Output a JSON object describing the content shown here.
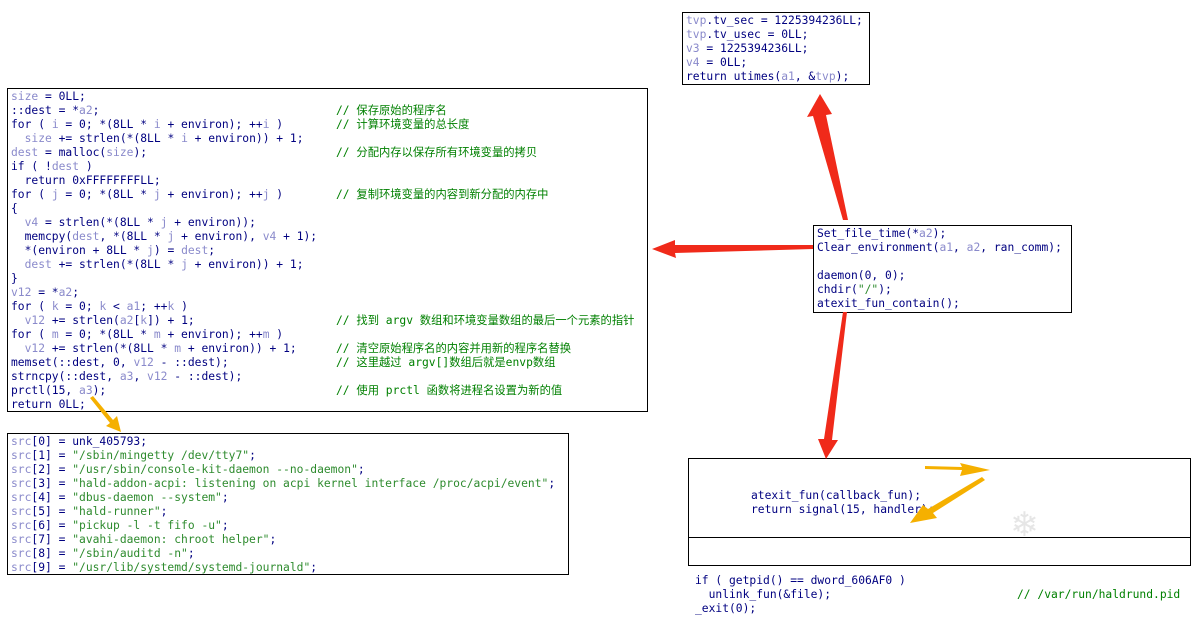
{
  "boxes": {
    "main": {
      "lines": [
        {
          "t": [
            [
              "size",
              "v"
            ],
            [
              " = 0LL;",
              "k"
            ]
          ]
        },
        {
          "t": [
            [
              "::dest = *",
              "k"
            ],
            [
              "a2",
              "v"
            ],
            [
              ";",
              "k"
            ]
          ],
          "c": "// 保存原始的程序名"
        },
        {
          "t": [
            [
              "for ( ",
              "k"
            ],
            [
              "i",
              "v"
            ],
            [
              " = 0; *(8LL * ",
              "k"
            ],
            [
              "i",
              "v"
            ],
            [
              " + environ); ++",
              "k"
            ],
            [
              "i",
              "v"
            ],
            [
              " )",
              "k"
            ]
          ],
          "c": "// 计算环境变量的总长度"
        },
        {
          "t": [
            [
              "  ",
              "k"
            ],
            [
              "size",
              "v"
            ],
            [
              " += strlen(*(8LL * ",
              "k"
            ],
            [
              "i",
              "v"
            ],
            [
              " + environ)) + 1;",
              "k"
            ]
          ]
        },
        {
          "t": [
            [
              "dest",
              "v"
            ],
            [
              " = malloc(",
              "k"
            ],
            [
              "size",
              "v"
            ],
            [
              ");",
              "k"
            ]
          ],
          "c": "// 分配内存以保存所有环境变量的拷贝"
        },
        {
          "t": [
            [
              "if ( !",
              "k"
            ],
            [
              "dest",
              "v"
            ],
            [
              " )",
              "k"
            ]
          ]
        },
        {
          "t": [
            [
              "  return 0xFFFFFFFFLL;",
              "k"
            ]
          ]
        },
        {
          "t": [
            [
              "for ( ",
              "k"
            ],
            [
              "j",
              "v"
            ],
            [
              " = 0; *(8LL * ",
              "k"
            ],
            [
              "j",
              "v"
            ],
            [
              " + environ); ++",
              "k"
            ],
            [
              "j",
              "v"
            ],
            [
              " )",
              "k"
            ]
          ],
          "c": "// 复制环境变量的内容到新分配的内存中"
        },
        {
          "t": [
            [
              "{",
              "k"
            ]
          ]
        },
        {
          "t": [
            [
              "  ",
              "k"
            ],
            [
              "v4",
              "v"
            ],
            [
              " = strlen(*(8LL * ",
              "k"
            ],
            [
              "j",
              "v"
            ],
            [
              " + environ));",
              "k"
            ]
          ]
        },
        {
          "t": [
            [
              "  memcpy(",
              "k"
            ],
            [
              "dest",
              "v"
            ],
            [
              ", *(8LL * ",
              "k"
            ],
            [
              "j",
              "v"
            ],
            [
              " + environ), ",
              "k"
            ],
            [
              "v4",
              "v"
            ],
            [
              " + 1);",
              "k"
            ]
          ]
        },
        {
          "t": [
            [
              "  *(environ + 8LL * ",
              "k"
            ],
            [
              "j",
              "v"
            ],
            [
              ") = ",
              "k"
            ],
            [
              "dest",
              "v"
            ],
            [
              ";",
              "k"
            ]
          ]
        },
        {
          "t": [
            [
              "  ",
              "k"
            ],
            [
              "dest",
              "v"
            ],
            [
              " += strlen(*(8LL * ",
              "k"
            ],
            [
              "j",
              "v"
            ],
            [
              " + environ)) + 1;",
              "k"
            ]
          ]
        },
        {
          "t": [
            [
              "}",
              "k"
            ]
          ]
        },
        {
          "t": [
            [
              "v12",
              "v"
            ],
            [
              " = *",
              "k"
            ],
            [
              "a2",
              "v"
            ],
            [
              ";",
              "k"
            ]
          ]
        },
        {
          "t": [
            [
              "for ( ",
              "k"
            ],
            [
              "k",
              "v"
            ],
            [
              " = 0; ",
              "k"
            ],
            [
              "k",
              "v"
            ],
            [
              " < ",
              "k"
            ],
            [
              "a1",
              "v"
            ],
            [
              "; ++",
              "k"
            ],
            [
              "k",
              "v"
            ],
            [
              " )",
              "k"
            ]
          ]
        },
        {
          "t": [
            [
              "  ",
              "k"
            ],
            [
              "v12",
              "v"
            ],
            [
              " += strlen(",
              "k"
            ],
            [
              "a2",
              "v"
            ],
            [
              "[",
              "k"
            ],
            [
              "k",
              "v"
            ],
            [
              "]) + 1;",
              "k"
            ]
          ],
          "c": "// 找到 argv 数组和环境变量数组的最后一个元素的指针"
        },
        {
          "t": [
            [
              "for ( ",
              "k"
            ],
            [
              "m",
              "v"
            ],
            [
              " = 0; *(8LL * ",
              "k"
            ],
            [
              "m",
              "v"
            ],
            [
              " + environ); ++",
              "k"
            ],
            [
              "m",
              "v"
            ],
            [
              " )",
              "k"
            ]
          ]
        },
        {
          "t": [
            [
              "  ",
              "k"
            ],
            [
              "v12",
              "v"
            ],
            [
              " += strlen(*(8LL * ",
              "k"
            ],
            [
              "m",
              "v"
            ],
            [
              " + environ)) + 1;",
              "k"
            ]
          ],
          "c": "// 清空原始程序名的内容并用新的程序名替换"
        },
        {
          "t": [
            [
              "memset(::dest, 0, ",
              "k"
            ],
            [
              "v12",
              "v"
            ],
            [
              " - ::dest);",
              "k"
            ]
          ],
          "c": "// 这里越过 argv[]数组后就是envp数组"
        },
        {
          "t": [
            [
              "strncpy(::dest, ",
              "k"
            ],
            [
              "a3",
              "v"
            ],
            [
              ", ",
              "k"
            ],
            [
              "v12",
              "v"
            ],
            [
              " - ::dest);",
              "k"
            ]
          ]
        },
        {
          "t": [
            [
              "prctl(15, ",
              "k"
            ],
            [
              "a3",
              "v"
            ],
            [
              ");",
              "k"
            ]
          ],
          "c": "// 使用 prctl 函数将进程名设置为新的值"
        },
        {
          "t": [
            [
              "return 0LL;",
              "k"
            ]
          ]
        }
      ]
    },
    "tvp": {
      "lines": [
        {
          "t": [
            [
              "tvp",
              "v"
            ],
            [
              ".tv_sec = 1225394236LL;",
              "k"
            ]
          ]
        },
        {
          "t": [
            [
              "tvp",
              "v"
            ],
            [
              ".tv_usec = 0LL;",
              "k"
            ]
          ]
        },
        {
          "t": [
            [
              "v3",
              "v"
            ],
            [
              " = 1225394236LL;",
              "k"
            ]
          ]
        },
        {
          "t": [
            [
              "v4",
              "v"
            ],
            [
              " = 0LL;",
              "k"
            ]
          ]
        },
        {
          "t": [
            [
              "return utimes(",
              "k"
            ],
            [
              "a1",
              "v"
            ],
            [
              ", &",
              "k"
            ],
            [
              "tvp",
              "v"
            ],
            [
              ");",
              "k"
            ]
          ]
        }
      ]
    },
    "setf": {
      "lines": [
        {
          "t": [
            [
              "Set_file_time(*",
              "k"
            ],
            [
              "a2",
              "v"
            ],
            [
              ");",
              "k"
            ]
          ]
        },
        {
          "t": [
            [
              "Clear_environment(",
              "k"
            ],
            [
              "a1",
              "v"
            ],
            [
              ", ",
              "k"
            ],
            [
              "a2",
              "v"
            ],
            [
              ", ran_comm);",
              "k"
            ]
          ]
        },
        {
          "t": [
            [
              "",
              "k"
            ]
          ]
        },
        {
          "t": [
            [
              "daemon(0, 0);",
              "k"
            ]
          ]
        },
        {
          "t": [
            [
              "chdir(",
              "k"
            ],
            [
              "\"/\"",
              "s"
            ],
            [
              ");",
              "k"
            ]
          ]
        },
        {
          "t": [
            [
              "atexit_fun_contain();",
              "k"
            ]
          ]
        }
      ]
    },
    "src": {
      "lines": [
        {
          "t": [
            [
              "src",
              "v"
            ],
            [
              "[0] = unk_405793;",
              "k"
            ]
          ]
        },
        {
          "t": [
            [
              "src",
              "v"
            ],
            [
              "[1] = ",
              "k"
            ],
            [
              "\"/sbin/mingetty /dev/tty7\"",
              "s"
            ],
            [
              ";",
              "k"
            ]
          ]
        },
        {
          "t": [
            [
              "src",
              "v"
            ],
            [
              "[2] = ",
              "k"
            ],
            [
              "\"/usr/sbin/console-kit-daemon --no-daemon\"",
              "s"
            ],
            [
              ";",
              "k"
            ]
          ]
        },
        {
          "t": [
            [
              "src",
              "v"
            ],
            [
              "[3] = ",
              "k"
            ],
            [
              "\"hald-addon-acpi: listening on acpi kernel interface /proc/acpi/event\"",
              "s"
            ],
            [
              ";",
              "k"
            ]
          ]
        },
        {
          "t": [
            [
              "src",
              "v"
            ],
            [
              "[4] = ",
              "k"
            ],
            [
              "\"dbus-daemon --system\"",
              "s"
            ],
            [
              ";",
              "k"
            ]
          ]
        },
        {
          "t": [
            [
              "src",
              "v"
            ],
            [
              "[5] = ",
              "k"
            ],
            [
              "\"hald-runner\"",
              "s"
            ],
            [
              ";",
              "k"
            ]
          ]
        },
        {
          "t": [
            [
              "src",
              "v"
            ],
            [
              "[6] = ",
              "k"
            ],
            [
              "\"pickup -l -t fifo -u\"",
              "s"
            ],
            [
              ";",
              "k"
            ]
          ]
        },
        {
          "t": [
            [
              "src",
              "v"
            ],
            [
              "[7] = ",
              "k"
            ],
            [
              "\"avahi-daemon: chroot helper\"",
              "s"
            ],
            [
              ";",
              "k"
            ]
          ]
        },
        {
          "t": [
            [
              "src",
              "v"
            ],
            [
              "[8] = ",
              "k"
            ],
            [
              "\"/sbin/auditd -n\"",
              "s"
            ],
            [
              ";",
              "k"
            ]
          ]
        },
        {
          "t": [
            [
              "src",
              "v"
            ],
            [
              "[9] = ",
              "k"
            ],
            [
              "\"/usr/lib/systemd/systemd-journald\"",
              "s"
            ],
            [
              ";",
              "k"
            ]
          ]
        }
      ]
    },
    "bottom_top": {
      "lines": [
        {
          "t": [
            [
              "atexit_fun(callback_fun);",
              "k"
            ]
          ]
        },
        {
          "t": [
            [
              "return signal(15, handler);",
              "k"
            ]
          ]
        }
      ]
    },
    "bottom_bot": {
      "lines": [
        {
          "t": [
            [
              "if ( getpid() == dword_606AF0 )",
              "k"
            ]
          ]
        },
        {
          "t": [
            [
              "  unlink_fun(&file);",
              "k"
            ]
          ],
          "c": "// /var/run/haldrund.pid"
        },
        {
          "t": [
            [
              "_exit(0);",
              "k"
            ]
          ]
        }
      ]
    }
  },
  "watermark": "看雪",
  "colors": {
    "red_arrow": "#f02a1a",
    "orange_arrow": "#f5b000"
  }
}
